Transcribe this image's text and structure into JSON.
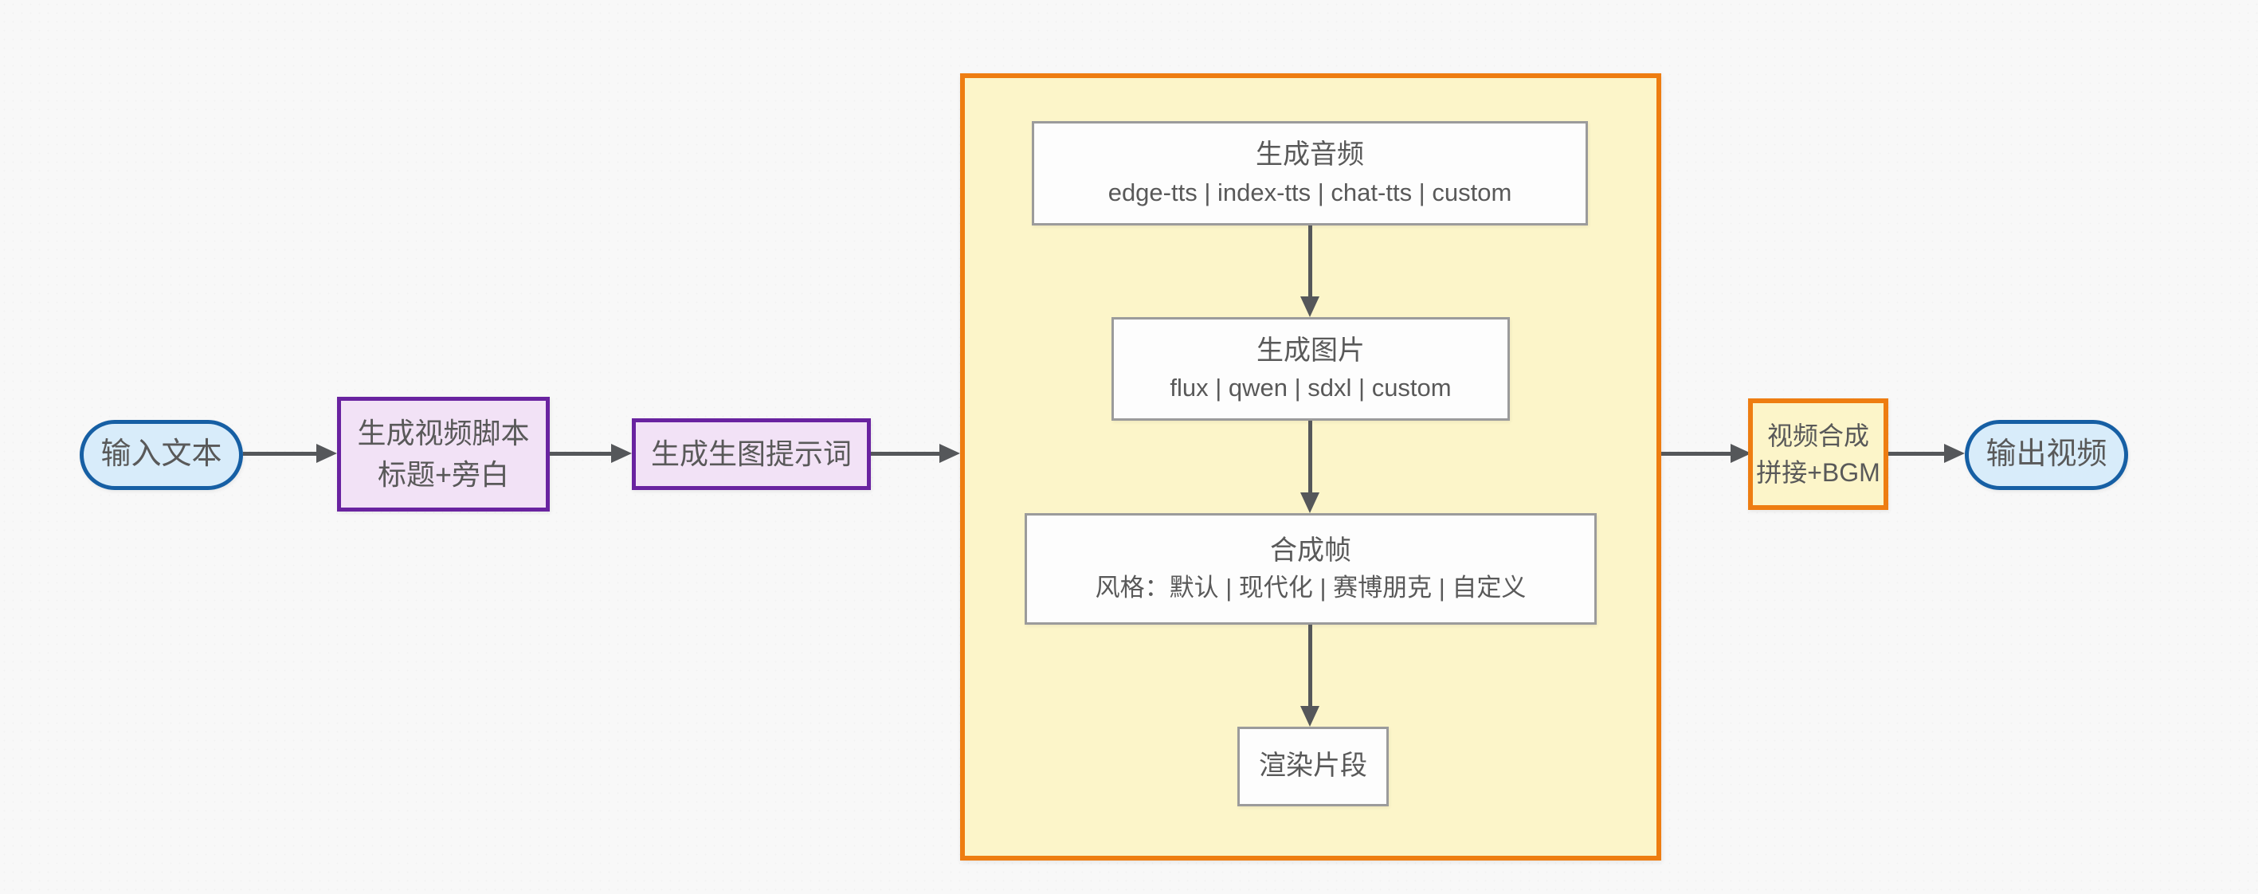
{
  "diagram": {
    "nodes": {
      "input": {
        "label": "输入文本"
      },
      "script": {
        "title": "生成视频脚本",
        "subtitle": "标题+旁白"
      },
      "prompt": {
        "label": "生成生图提示词"
      },
      "audio": {
        "title": "生成音频",
        "subtitle": "edge-tts | index-tts | chat-tts | custom"
      },
      "image": {
        "title": "生成图片",
        "subtitle": "flux | qwen | sdxl | custom"
      },
      "frame": {
        "title": "合成帧",
        "subtitle": "风格：默认 | 现代化 | 赛博朋克 | 自定义"
      },
      "render": {
        "label": "渲染片段"
      },
      "compose": {
        "title": "视频合成",
        "subtitle": "拼接+BGM"
      },
      "output": {
        "label": "输出视频"
      }
    },
    "colors": {
      "background": "#f8f8f8",
      "text": "#595959",
      "arrow": "#55575a",
      "terminal_border": "#165fa4",
      "terminal_fill": "#d8ecfa",
      "process_border": "#6923a0",
      "process_fill": "#f2e2f6",
      "group_border": "#ee7d11",
      "group_fill": "#fcf5c9",
      "step_border": "#9b9b9b",
      "step_fill": "#fdfdfd"
    }
  }
}
